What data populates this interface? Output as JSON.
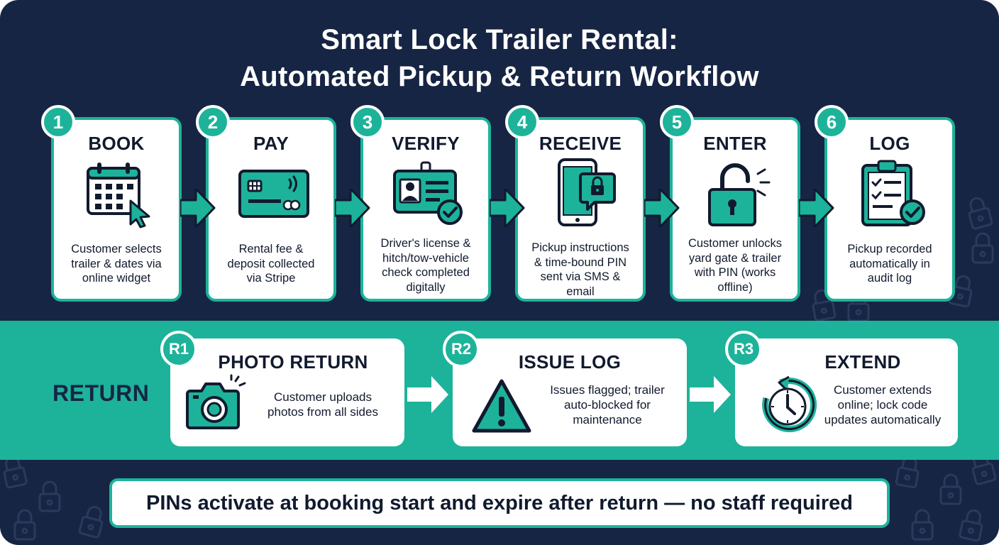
{
  "title": {
    "line1": "Smart Lock Trailer Rental:",
    "line2": "Automated Pickup & Return Workflow"
  },
  "pickup_steps": [
    {
      "number": "1",
      "title": "BOOK",
      "desc_lines": [
        "Customer selects",
        "trailer & dates via",
        "online widget"
      ],
      "icon": "calendar-cursor-icon"
    },
    {
      "number": "2",
      "title": "PAY",
      "desc_lines": [
        "Rental fee &",
        "deposit collected",
        "via Stripe"
      ],
      "icon": "credit-card-icon"
    },
    {
      "number": "3",
      "title": "VERIFY",
      "desc_lines": [
        "Driver's license &",
        "hitch/tow-vehicle",
        "check completed",
        "digitally"
      ],
      "icon": "id-badge-check-icon"
    },
    {
      "number": "4",
      "title": "RECEIVE",
      "desc_lines": [
        "Pickup instructions",
        "& time-bound PIN",
        "sent via SMS &",
        "email"
      ],
      "icon": "phone-lock-message-icon"
    },
    {
      "number": "5",
      "title": "ENTER",
      "desc_lines": [
        "Customer unlocks",
        "yard gate & trailer",
        "with PIN (works",
        "offline)"
      ],
      "icon": "open-padlock-icon"
    },
    {
      "number": "6",
      "title": "LOG",
      "desc_lines": [
        "Pickup recorded",
        "automatically in",
        "audit log"
      ],
      "icon": "clipboard-check-icon"
    }
  ],
  "return_section": {
    "label": "RETURN",
    "steps": [
      {
        "number": "R1",
        "title": "PHOTO RETURN",
        "desc_lines": [
          "Customer uploads",
          "photos from all sides"
        ],
        "icon": "camera-icon"
      },
      {
        "number": "R2",
        "title": "ISSUE LOG",
        "desc_lines": [
          "Issues flagged; trailer",
          "auto-blocked for",
          "maintenance"
        ],
        "icon": "warning-triangle-icon"
      },
      {
        "number": "R3",
        "title": "EXTEND",
        "desc_lines": [
          "Customer extends",
          "online; lock code",
          "updates automatically"
        ],
        "icon": "clock-refresh-icon"
      }
    ]
  },
  "footer": "PINs activate at booking start and expire after return — no staff required",
  "colors": {
    "navy": "#172544",
    "teal": "#1db39a",
    "ink": "#111a2e",
    "white": "#ffffff"
  }
}
